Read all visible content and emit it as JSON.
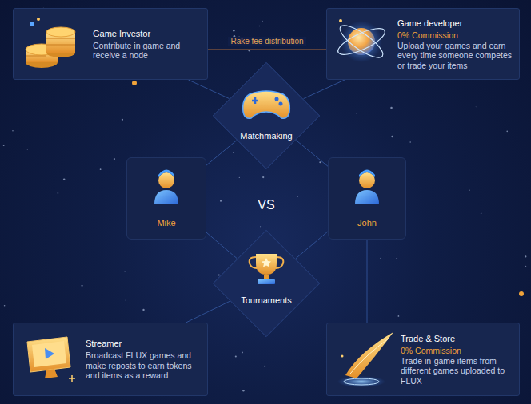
{
  "diagram": {
    "nodes": [
      {
        "text": [
          "Game Investor",
          "Contribute in game and receive a node"
        ]
      },
      {
        "text": [
          "Game developer",
          "0% Commission",
          "Upload your games and earn every time someone competes or trade your items"
        ]
      },
      {
        "text": [
          "Matchmaking"
        ]
      },
      {
        "text": [
          "Mike"
        ]
      },
      {
        "text": [
          "John"
        ]
      },
      {
        "text": [
          "Tournaments"
        ]
      },
      {
        "text": [
          "Streamer",
          "Broadcast FLUX games and make reposts to earn tokens and items as a reward"
        ]
      },
      {
        "text": [
          "Trade & Store",
          "0% Commission",
          "Trade in-game items from different games uploaded to FLUX"
        ]
      }
    ],
    "edges": [
      {
        "from": 0,
        "to": 1,
        "label": "Rake fee distribution",
        "arrow": "none"
      },
      {
        "from": 0,
        "to": 2,
        "arrow": "none"
      },
      {
        "from": 1,
        "to": 2,
        "arrow": "none"
      },
      {
        "from": 3,
        "to": 2,
        "arrow": "none"
      },
      {
        "from": 4,
        "to": 2,
        "arrow": "none"
      },
      {
        "from": 3,
        "to": 5,
        "arrow": "none"
      },
      {
        "from": 4,
        "to": 5,
        "arrow": "none"
      },
      {
        "from": 5,
        "to": 6,
        "arrow": "none"
      },
      {
        "from": 4,
        "to": 7,
        "arrow": "none"
      }
    ],
    "labels": [
      "VS"
    ]
  }
}
